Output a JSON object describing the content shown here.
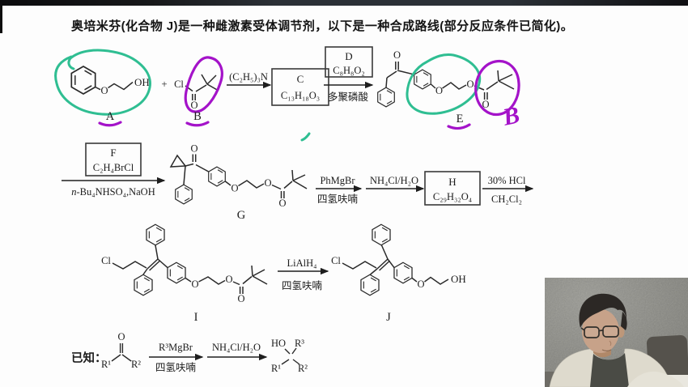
{
  "page": {
    "title": "奥培米芬(化合物 J)是一种雌激素受体调节剂，以下是一种合成路线(部分反应条件已简化)。"
  },
  "atoms": {
    "o": "O",
    "oh": "OH",
    "ho": "HO",
    "cl": "Cl",
    "plus": "+"
  },
  "labels": {
    "a": "A",
    "b": "B",
    "e": "E",
    "g": "G",
    "i": "I",
    "j": "J",
    "handwritten_b": "B"
  },
  "row1": {
    "reagent_amine": "(C₂H₅)₃N",
    "box_c": [
      "C",
      "C₁₃H₁₈O₃"
    ],
    "box_d": [
      "D",
      "C₈H₈O₂"
    ],
    "polyphosphoric_acid": "多聚磷酸"
  },
  "row2": {
    "box_f": [
      "F",
      "C₂H₄BrCl"
    ],
    "ptc_italic": "n",
    "ptc_rest": "-Bu₄NHSO₄,NaOH",
    "phmgbr": "PhMgBr",
    "thf": "四氢呋喃",
    "nh4cl_h2o": "NH₄Cl/H₂O",
    "box_h": [
      "H",
      "C₂₉H₃₂O₄"
    ],
    "hcl": "30% HCl",
    "dcm": "CH₂Cl₂"
  },
  "row3": {
    "lialh4": "LiAlH₄",
    "thf": "四氢呋喃"
  },
  "row4": {
    "known": "已知：",
    "r1": "R¹",
    "r2": "R²",
    "r3": "R³",
    "r3mgbr": "R³MgBr",
    "thf": "四氢呋喃",
    "nh4cl_h2o": "NH₄Cl/H₂O"
  },
  "colors": {
    "marker_green": "#2fbe92",
    "marker_purple": "#a413c9"
  }
}
